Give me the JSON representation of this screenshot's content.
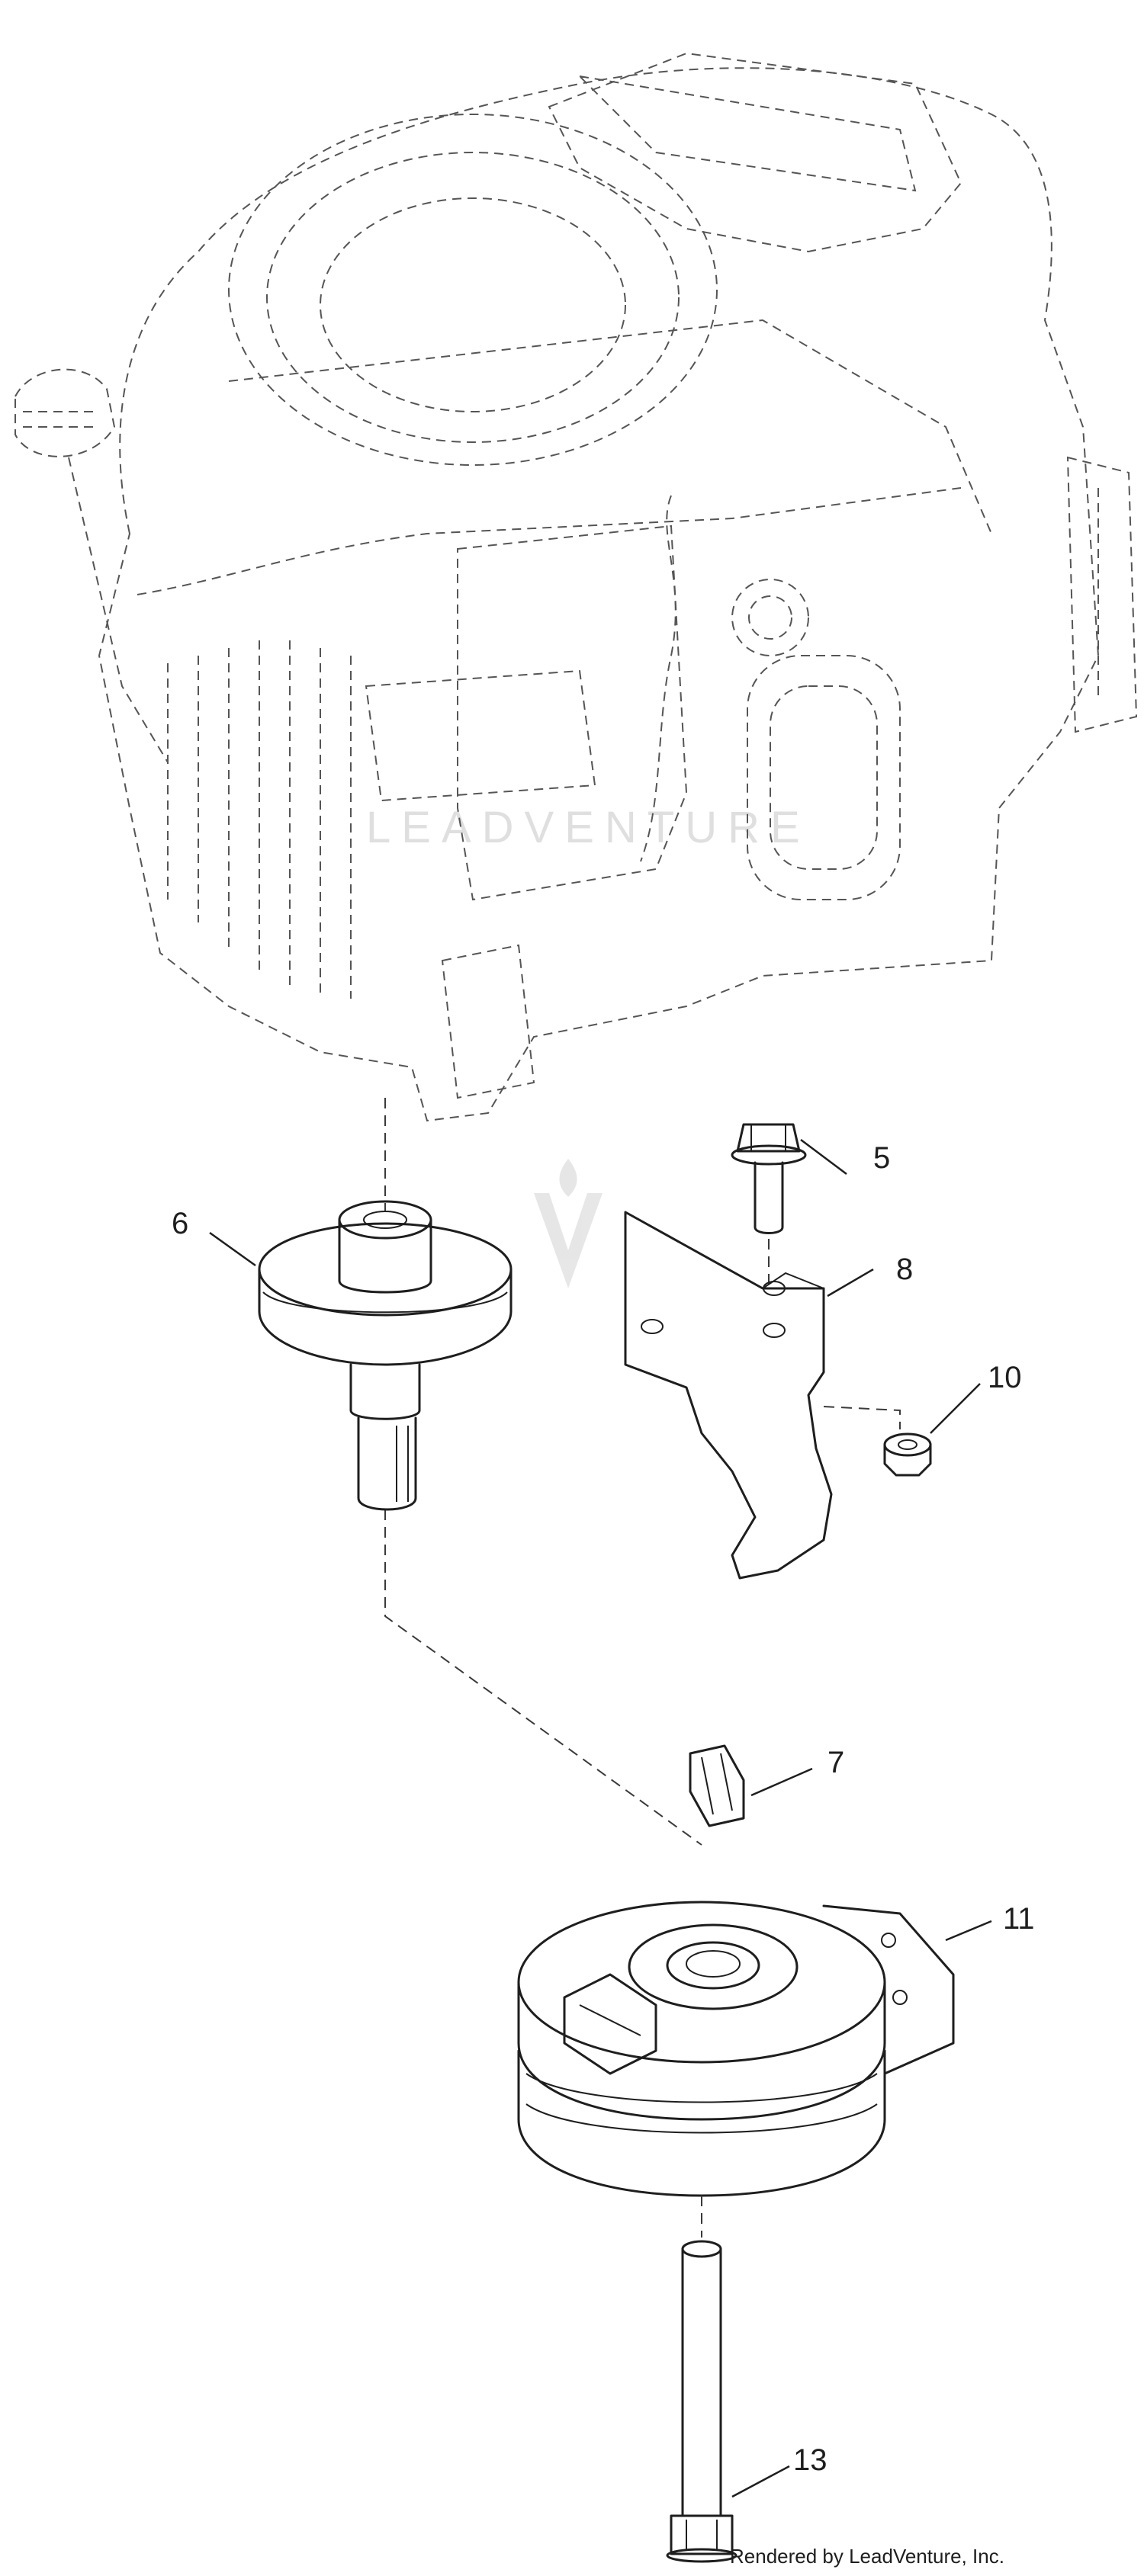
{
  "diagram": {
    "callouts": [
      {
        "id": "5",
        "label": "5"
      },
      {
        "id": "6",
        "label": "6"
      },
      {
        "id": "7",
        "label": "7"
      },
      {
        "id": "8",
        "label": "8"
      },
      {
        "id": "10",
        "label": "10"
      },
      {
        "id": "11",
        "label": "11"
      },
      {
        "id": "13",
        "label": "13"
      }
    ],
    "watermark": "LEADVENTURE",
    "credit": "Rendered by LeadVenture, Inc."
  }
}
